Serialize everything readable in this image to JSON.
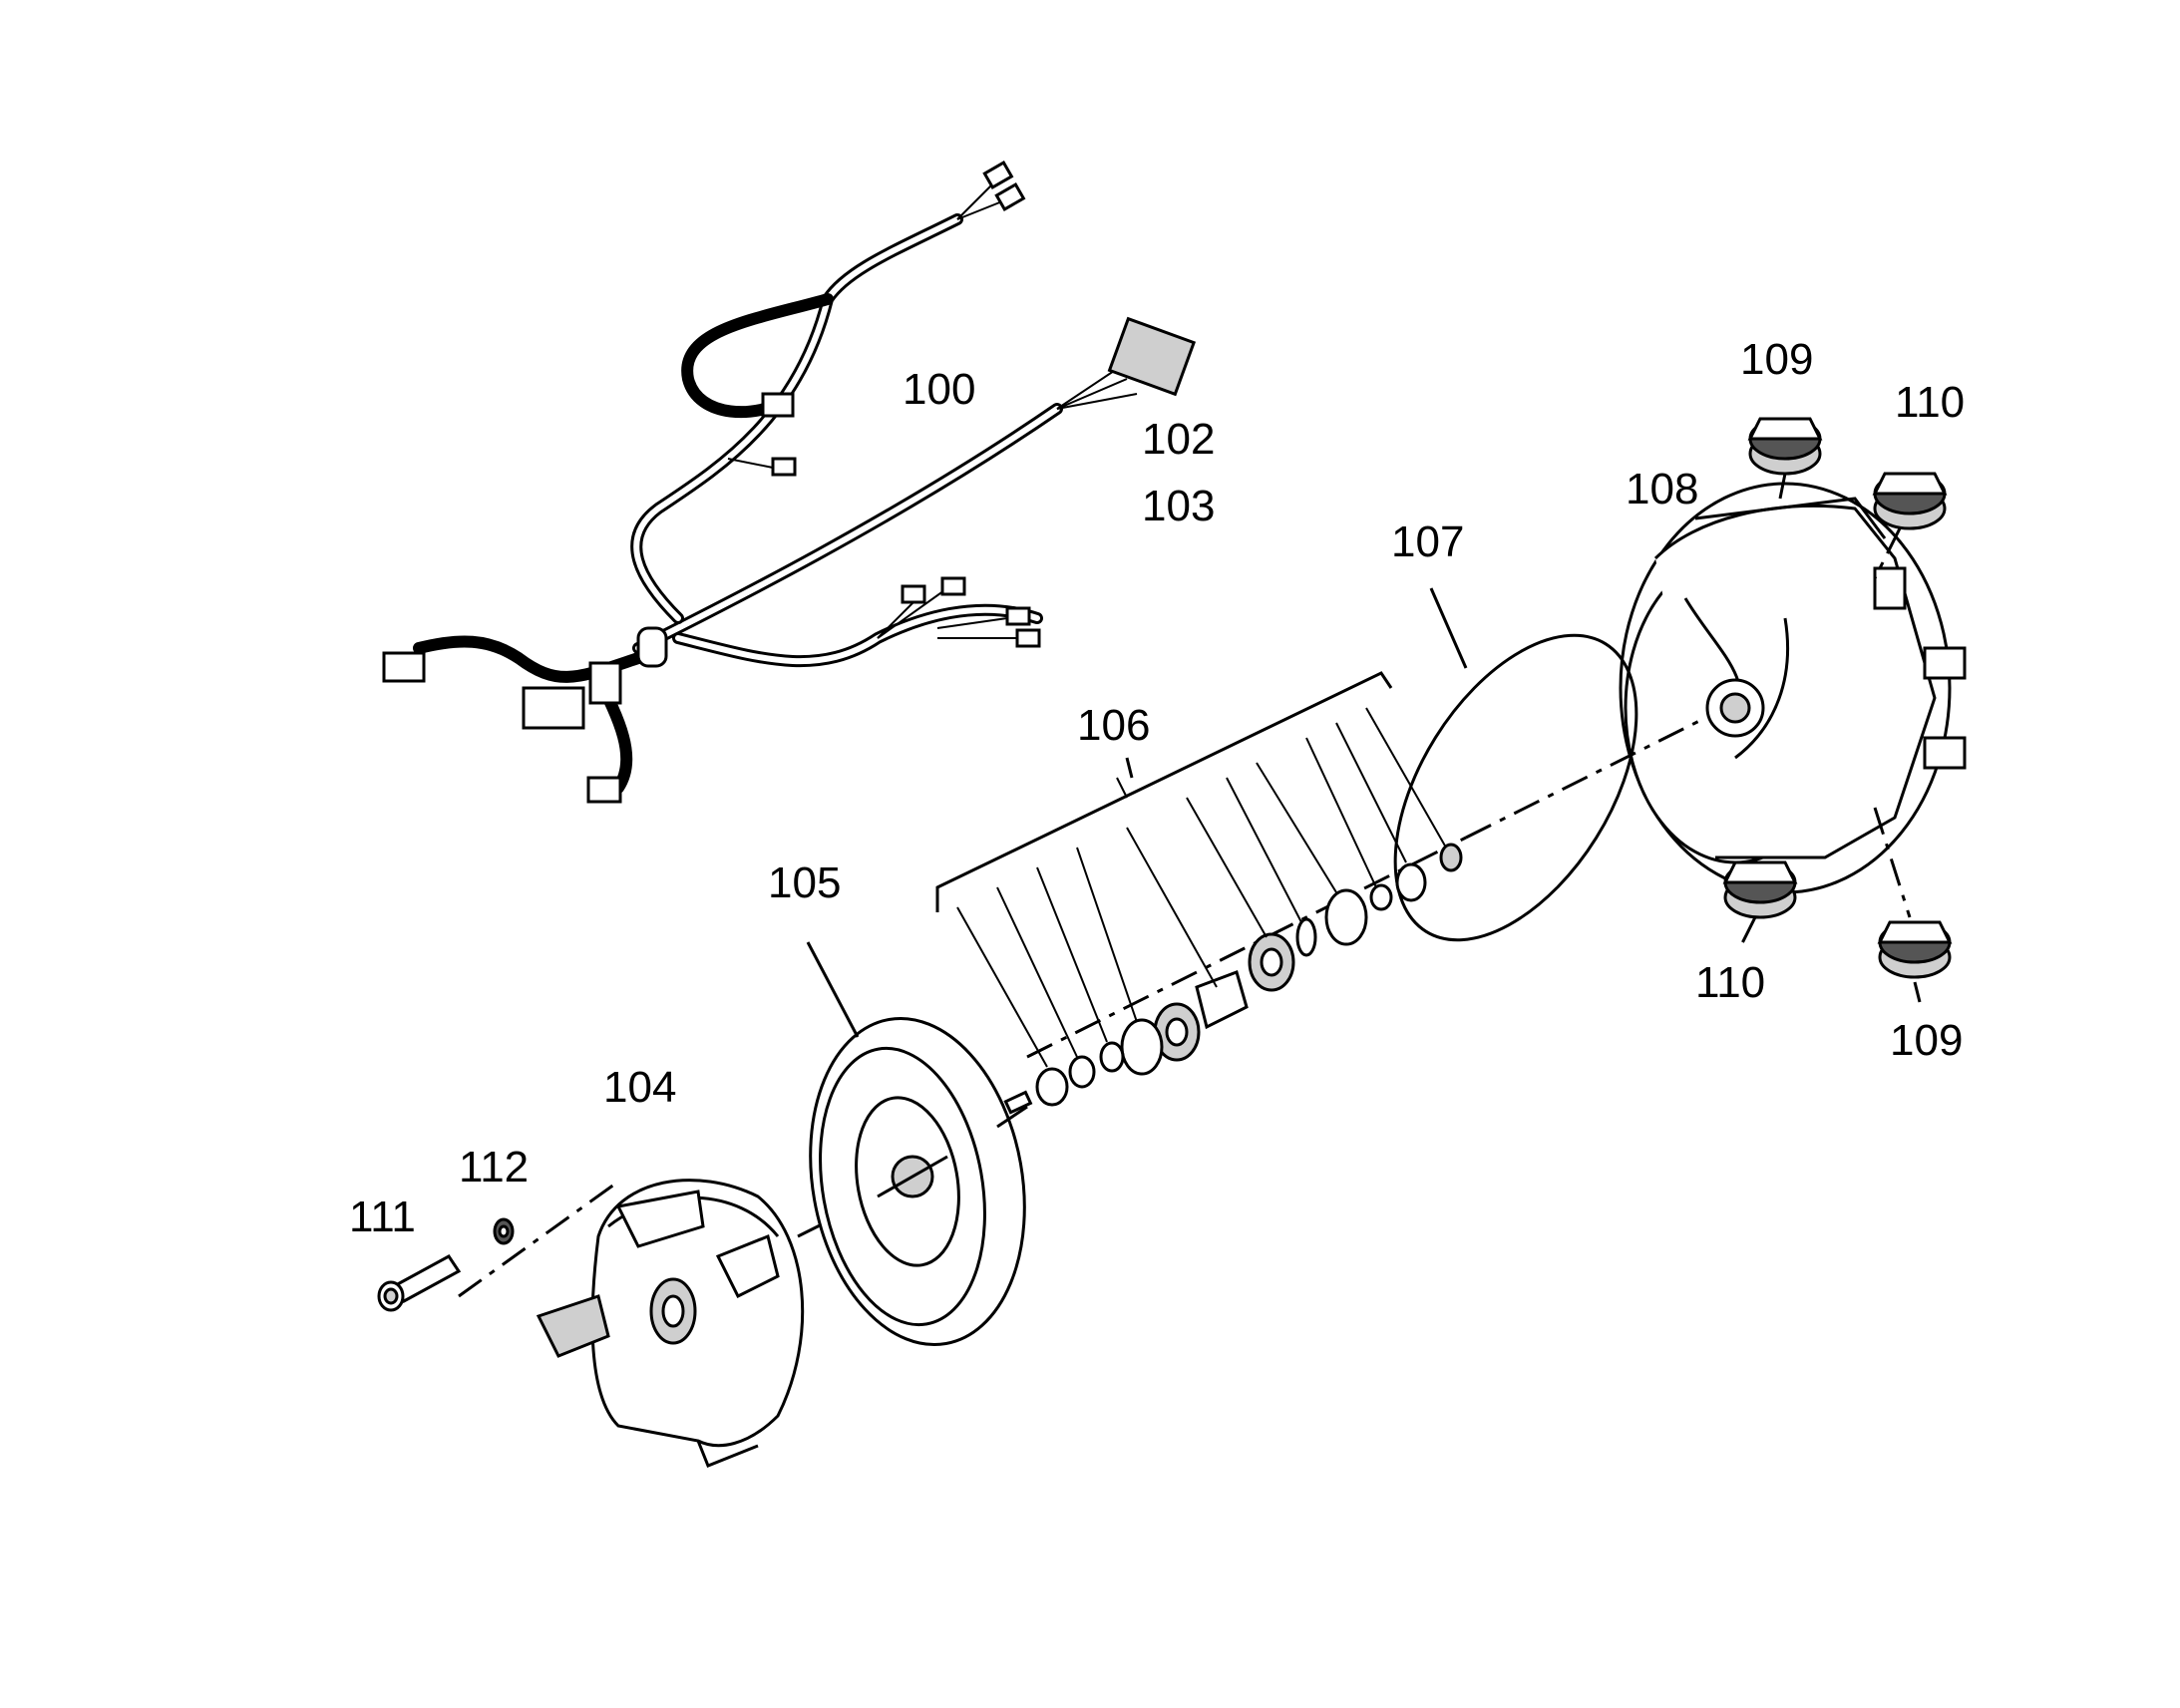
{
  "labels": {
    "p100": "100",
    "p102": "102",
    "p103": "103",
    "p104": "104",
    "p105": "105",
    "p106": "106",
    "p107": "107",
    "p108": "108",
    "p109_top": "109",
    "p109_bottom": "109",
    "p110_top": "110",
    "p110_bottom": "110",
    "p111": "111",
    "p112": "112"
  }
}
